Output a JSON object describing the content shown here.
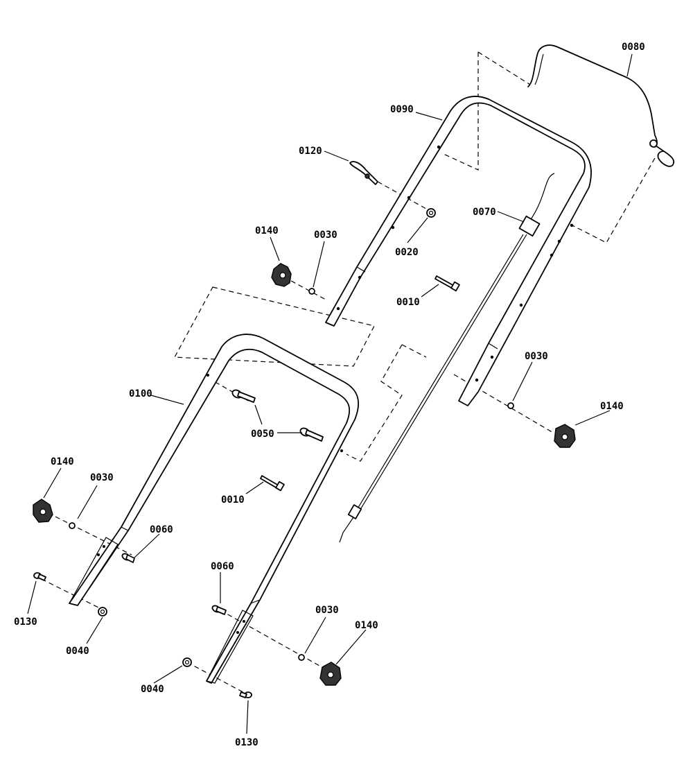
{
  "labels": {
    "p0080": "0080",
    "p0090": "0090",
    "p0120": "0120",
    "p0070": "0070",
    "p0020": "0020",
    "p0140_top": "0140",
    "p0030_top": "0030",
    "p0010_top": "0010",
    "p0030_right": "0030",
    "p0140_right": "0140",
    "p0100": "0100",
    "p0050": "0050",
    "p0010_mid": "0010",
    "p0140_left": "0140",
    "p0030_left": "0030",
    "p0060_left": "0060",
    "p0130_left": "0130",
    "p0040_left": "0040",
    "p0060_mid": "0060",
    "p0030_bottom": "0030",
    "p0140_bottom": "0140",
    "p0040_bottom": "0040",
    "p0130_bottom": "0130"
  }
}
